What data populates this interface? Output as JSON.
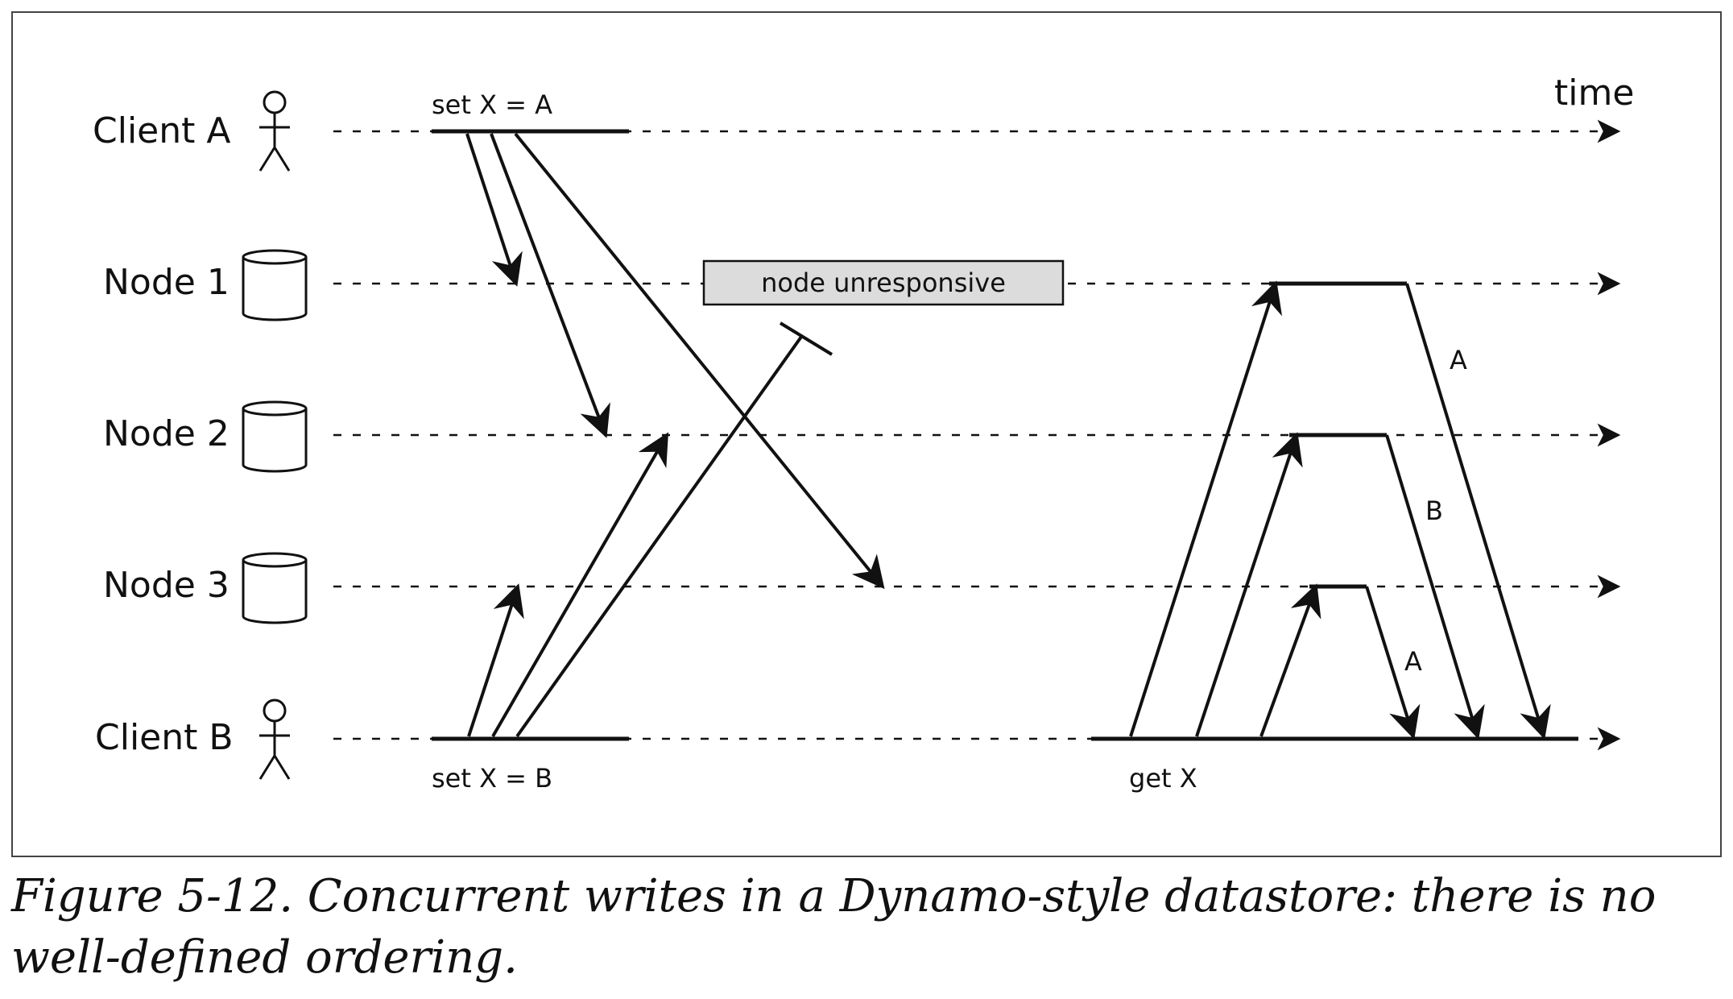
{
  "lanes": {
    "client_a": "Client A",
    "node1": "Node 1",
    "node2": "Node 2",
    "node3": "Node 3",
    "client_b": "Client B"
  },
  "time_label": "time",
  "operations": {
    "set_a": "set X = A",
    "set_b": "set X = B",
    "get_x": "get X"
  },
  "node_unresponsive": "node unresponsive",
  "response_labels": {
    "node1": "A",
    "node2": "B",
    "node3": "A"
  },
  "caption": "Figure 5-12. Concurrent writes in a Dynamo-style datastore: there is no well-defined ordering."
}
